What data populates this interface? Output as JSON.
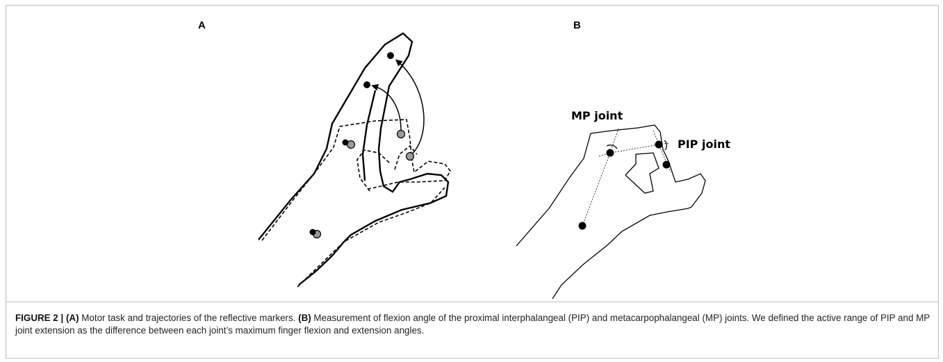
{
  "figure": {
    "panel_a_label": "A",
    "panel_b_label": "B",
    "mp_joint_label": "MP joint",
    "pip_joint_label": "PIP joint"
  },
  "caption": {
    "figure_number": "FIGURE 2 |",
    "part_a_tag": "(A)",
    "part_a_text": " Motor task and trajectories of the reflective markers. ",
    "part_b_tag": "(B)",
    "part_b_text": " Measurement of flexion angle of the proximal interphalangeal (PIP) and metacarpophalangeal (MP) joints. We defined the active range of PIP and MP joint extension as the difference between each joint’s maximum finger flexion and extension angles."
  }
}
